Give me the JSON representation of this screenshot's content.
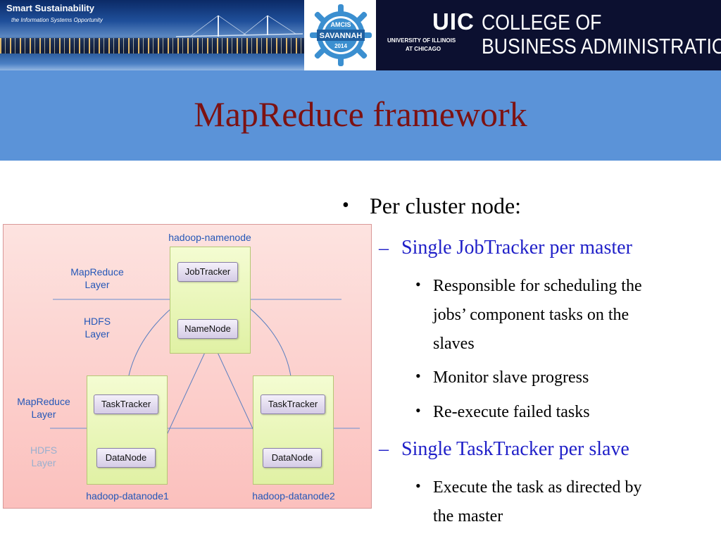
{
  "header": {
    "brand_title": "Smart Sustainability",
    "brand_subtitle": "the Information Systems Opportunity",
    "seal": {
      "top": "AMCIS",
      "middle": "SAVANNAH",
      "year": "2014"
    },
    "uic": {
      "mark": "UIC",
      "university_line1": "UNIVERSITY OF ILLINOIS",
      "university_line2": "AT CHICAGO",
      "college_line1": "COLLEGE OF",
      "college_line2": "BUSINESS ADMINISTRATION"
    }
  },
  "title": "MapReduce framework",
  "diagram": {
    "namenode_label": "hadoop-namenode",
    "datanode1_label": "hadoop-datanode1",
    "datanode2_label": "hadoop-datanode2",
    "layer_mapreduce": "MapReduce\nLayer",
    "layer_hdfs": "HDFS\nLayer",
    "jobtracker": "JobTracker",
    "namenode": "NameNode",
    "tasktracker": "TaskTracker",
    "datanode": "DataNode"
  },
  "bullets": {
    "level1_marker": "•",
    "level2_marker": "–",
    "level3_marker": "•",
    "per_cluster": "Per cluster node:",
    "jobtracker_heading": "Single JobTracker per master",
    "jobtracker_items": [
      "Responsible for scheduling the\njobs’ component tasks on the\nslaves",
      "Monitor slave progress",
      "Re-execute failed tasks"
    ],
    "tasktracker_heading": "Single TaskTracker per slave",
    "tasktracker_items": [
      "Execute the task as directed by\nthe master"
    ]
  },
  "colors": {
    "title_text": "#7d1212",
    "title_band": "#5b93d8",
    "level2_text": "#1f1fc8",
    "diagram_label": "#2457b8"
  }
}
